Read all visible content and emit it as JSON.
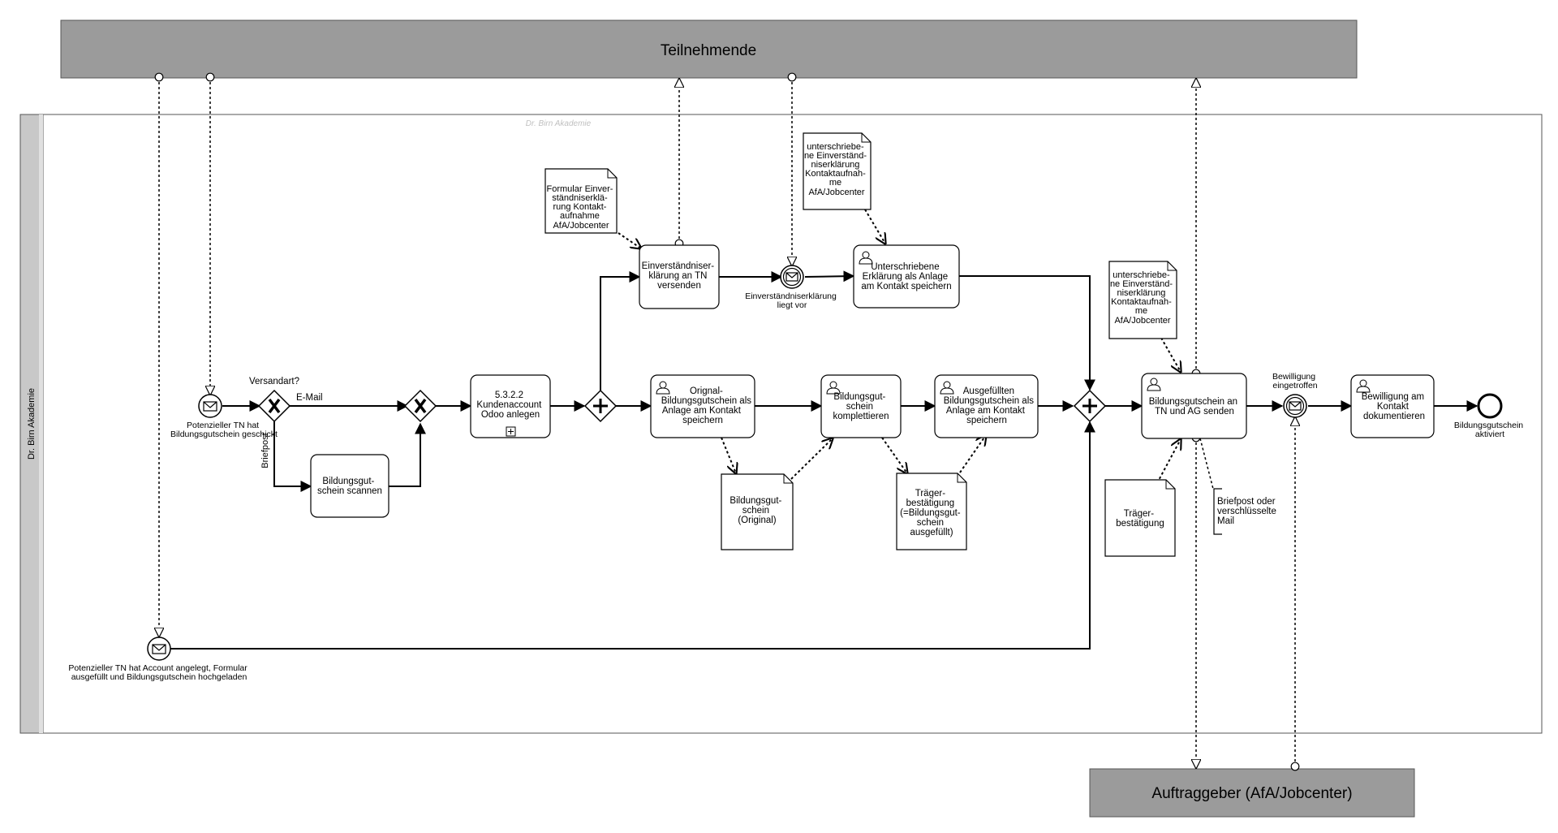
{
  "pools": {
    "top": "Teilnehmende",
    "bottom": "Auftraggeber (AfA/Jobcenter)"
  },
  "lane": {
    "name": "Dr. Birn Akademie",
    "watermark": "Dr. Birn Akademie"
  },
  "tasks": {
    "odoo": [
      "5.3.2.2",
      "Kundenaccount",
      "Odoo anlegen"
    ],
    "scan": [
      "Bildungsgut-",
      "schein scannen"
    ],
    "consent_send": [
      "Einverständniser-",
      "klärung an TN",
      "versenden"
    ],
    "signed_save": [
      "Unterschriebene",
      "Erklärung als Anlage",
      "am Kontakt speichern"
    ],
    "orig_save": [
      "Orignal-",
      "Bildungsgutschein als",
      "Anlage am Kontakt",
      "speichern"
    ],
    "complete": [
      "Bildungsgut-",
      "schein",
      "komplettieren"
    ],
    "filled_save": [
      "Ausgefüllten",
      "Bildungsgutschein als",
      "Anlage am Kontakt",
      "speichern"
    ],
    "send_tn_ag": [
      "Bildungsgutschein an",
      "TN und AG senden"
    ],
    "approval_doc": [
      "Bewilligung am",
      "Kontakt",
      "dokumentieren"
    ]
  },
  "events": {
    "start_mail": [
      "Potenzieller TN hat",
      "Bildungsgutschein geschickt"
    ],
    "start_account": [
      "Potenzieller TN hat Account angelegt, Formular",
      "ausgefüllt und Bildungsgutschein hochgeladen"
    ],
    "consent_received": [
      "Einverständniserklärung",
      "liegt vor"
    ],
    "approval_received": [
      "Bewilligung",
      "eingetroffen"
    ],
    "end": [
      "Bildungsgutschein",
      "aktiviert"
    ]
  },
  "gateway_question": "Versandart?",
  "flow_labels": {
    "email": "E-Mail",
    "post": "Briefpost"
  },
  "documents": {
    "form_consent": [
      "Formular Einver-",
      "ständniserklä-",
      "rung Kontakt-",
      "aufnahme",
      "AfA/Jobcenter"
    ],
    "signed_consent_top": [
      "unterschriebe-",
      "ne Einverständ-",
      "niserklärung",
      "Kontaktaufnah-",
      "me",
      "AfA/Jobcenter"
    ],
    "signed_consent_right": [
      "unterschriebe-",
      "ne Einverständ-",
      "niserklärung",
      "Kontaktaufnah-",
      "me",
      "AfA/Jobcenter"
    ],
    "voucher_original": [
      "Bildungsgut-",
      "schein",
      "(Original)"
    ],
    "carrier_confirm_filled": [
      "Träger-",
      "bestätigung",
      "(=Bildungsgut-",
      "schein",
      "ausgefüllt)"
    ],
    "carrier_confirm": [
      "Träger-",
      "bestätigung"
    ]
  },
  "annotation": [
    "Briefpost oder",
    "verschlüsselte",
    "Mail"
  ],
  "colors": {
    "pool_fill": "#9b9b9b",
    "lane_header": "#c8c8c8",
    "stroke": "#000000",
    "watermark": "#c0c0c0"
  },
  "icons": {
    "user_task": "user-icon",
    "message": "envelope-icon",
    "gateway_xor": "x-icon",
    "gateway_parallel": "plus-icon",
    "subprocess": "plus-square-icon"
  }
}
